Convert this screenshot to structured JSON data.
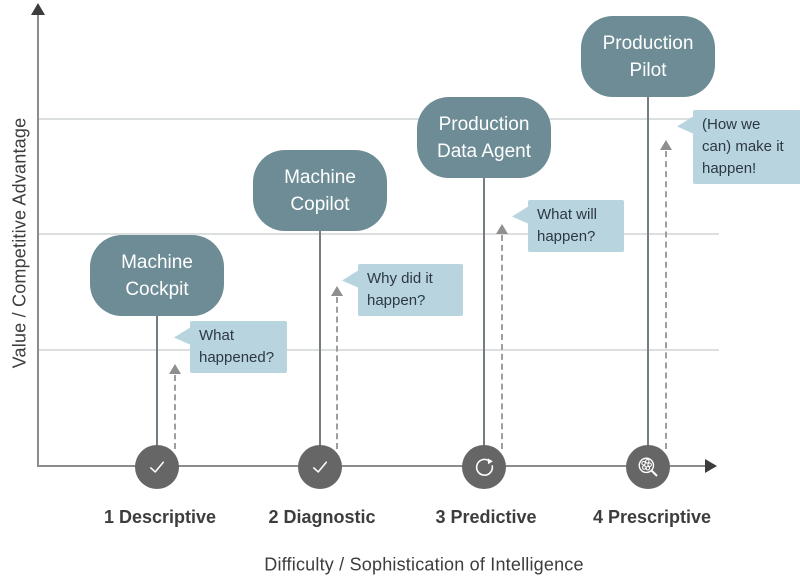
{
  "axes": {
    "y_label": "Value / Competitive Advantage",
    "x_label": "Difficulty / Sophistication of Intelligence"
  },
  "stages": [
    {
      "label": "1 Descriptive",
      "bubble_lines": [
        "Machine",
        "Cockpit"
      ],
      "question_lines": [
        "What",
        "happened?"
      ],
      "icon": "checkmark-icon"
    },
    {
      "label": "2 Diagnostic",
      "bubble_lines": [
        "Machine",
        "Copilot"
      ],
      "question_lines": [
        "Why did it",
        "happen?"
      ],
      "icon": "checkmark-icon"
    },
    {
      "label": "3 Predictive",
      "bubble_lines": [
        "Production",
        "Data Agent"
      ],
      "question_lines": [
        "What will",
        "happen?"
      ],
      "icon": "cycle-arrow-icon"
    },
    {
      "label": "4 Prescriptive",
      "bubble_lines": [
        "Production",
        "Pilot"
      ],
      "question_lines": [
        "(How we",
        "can) make it",
        "happen!"
      ],
      "icon": "molecule-magnifier-icon"
    }
  ],
  "colors": {
    "stage_bubble": "#6d8c96",
    "bubble_text": "#ffffff",
    "question_bubble": "#b8d4df",
    "question_text": "#2d3844",
    "icon_circle": "#666666",
    "axis_line": "#8c8c8c",
    "axis_arrowhead": "#3c3c3c",
    "gridline": "#dcdfe0",
    "stage_line": "#747d81",
    "dashed_arrow": "#9e9e9e",
    "label_text": "#3d3d3d"
  }
}
